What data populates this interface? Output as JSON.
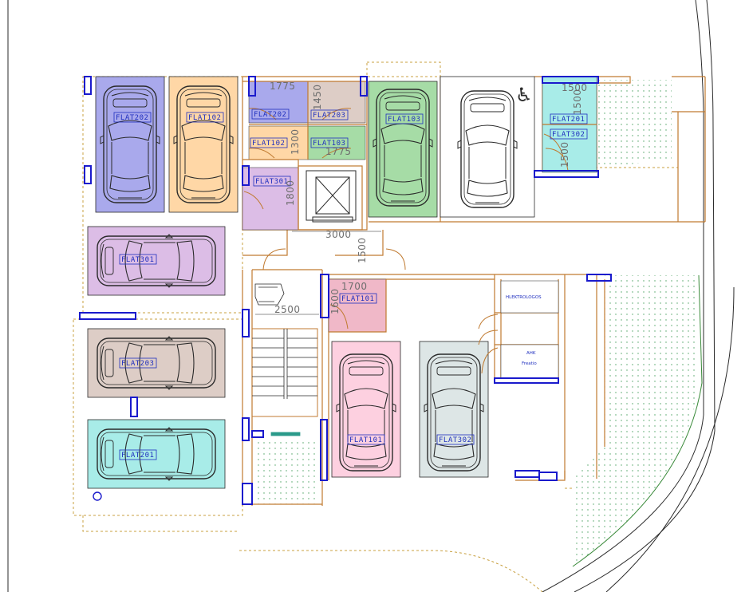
{
  "colors": {
    "wall": "#c07a30",
    "column": "#1a1acc",
    "outline": "#2a2a2a",
    "label": "#1f2fbf",
    "dimension": "#6e6e6e",
    "green_dots": "#4aa060",
    "purple": "#a9a9ec",
    "orange": "#ffd7a6",
    "violet": "#dcbde6",
    "taupe": "#ddcdc6",
    "cyan": "#a8ece8",
    "green": "#a6dca6",
    "pink": "#fdd0e0",
    "grey_green": "#dde6e6"
  },
  "parking_labels": {
    "p_flat202": "FLAT202",
    "p_flat102": "FLAT102",
    "p_flat301": "FLAT301",
    "p_flat203": "FLAT203",
    "p_flat201": "FLAT201",
    "p_flat103": "FLAT103",
    "p_flat101": "FLAT101",
    "p_flat302": "FLAT302"
  },
  "storage_labels": {
    "s_flat202": "FLAT202",
    "s_flat203": "FLAT203",
    "s_flat102": "FLAT102",
    "s_flat103": "FLAT103",
    "s_flat301": "FLAT301",
    "s_flat201": "FLAT201",
    "s_flat302": "FLAT302",
    "s_flat101": "FLAT101"
  },
  "dimensions": {
    "d1775a": "1775",
    "d1450": "1450",
    "d1300": "1300",
    "d1775b": "1775",
    "d1800": "1800",
    "d3000": "3000",
    "d1500a": "1500",
    "d1700": "1700",
    "d1600": "1600",
    "d2500": "2500",
    "d1500b": "1500",
    "d1500c": "1500",
    "d1500d": "1500"
  },
  "rooms": {
    "electrical": "HLEKTROLOGOS",
    "water_tank": "ΑΗΚ",
    "water_sub": "Freatio"
  },
  "symbols": {
    "accessible": "♿"
  }
}
